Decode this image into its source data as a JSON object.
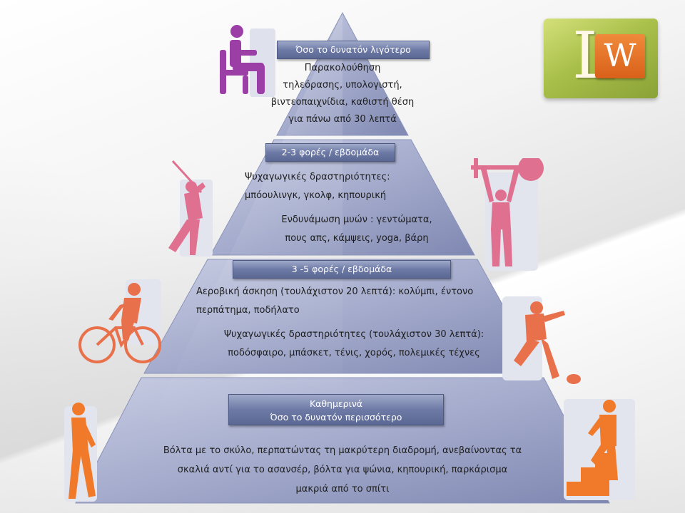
{
  "levels": [
    {
      "band": "Όσο το δυνατόν λιγότερο",
      "lines": [
        "Παρακολούθηση",
        "τηλεόρασης, υπολογιστή,",
        "βιντεοπαιχνίδια, καθιστή θέση",
        "για πάνω από 30 λεπτά"
      ]
    },
    {
      "band": "2-3 φορές / εβδομάδα",
      "group1": [
        "Ψυχαγωγικές δραστηριότητες:",
        "μπόουλινγκ, γκολφ, κηπουρική"
      ],
      "group2": [
        "Ενδυνάμωση μυών : γεντώματα,",
        "πους απς, κάμψεις, yoga, βάρη"
      ]
    },
    {
      "band": "3 -5 φορές / εβδομάδα",
      "group1": [
        "Αεροβική άσκηση (τουλάχιστον 20 λεπτά): κολύμπι, έντονο",
        "περπάτημα, ποδήλατο"
      ],
      "group2": [
        "Ψυχαγωγικές δραστηριότητες (τουλάχιστον 30 λεπτά):",
        "ποδόσφαιρο, μπάσκετ, τένις, χορός, πολεμικές τέχνες"
      ]
    },
    {
      "band_line1": "Καθημερινά",
      "band_line2": "Όσο το δυνατόν περισσότερο",
      "lines": [
        "Βόλτα με το σκύλο, περπατώντας τη μακρύτερη διαδρομή, ανεβαίνοντας τα",
        "σκαλιά αντί για το ασανσέρ, βόλτα για ψώνια, κηπουρική, παρκάρισμα",
        "μακριά από το σπίτι"
      ]
    }
  ],
  "logo": {
    "letter1": "L",
    "letter2": "W"
  },
  "colors": {
    "pyramid": "#9aa3c6",
    "band": "#6e7aa6",
    "purple": "#9b3ea6",
    "pink": "#e0708f",
    "orange": "#f07a2a",
    "coral": "#e8704a"
  },
  "icons": [
    "sitting-person-icon",
    "golfer-icon",
    "weightlifter-icon",
    "cyclist-icon",
    "soccer-player-icon",
    "walking-person-icon",
    "stair-climber-icon"
  ]
}
